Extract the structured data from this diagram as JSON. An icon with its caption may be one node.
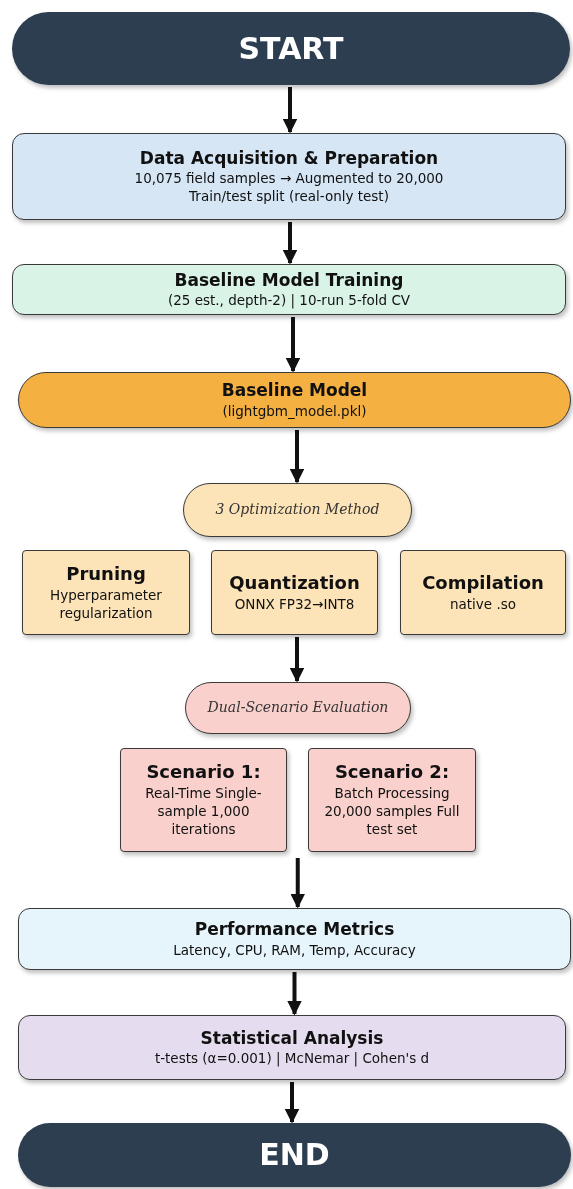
{
  "diagram": {
    "nodes": [
      {
        "text": [
          "START"
        ]
      },
      {
        "text": [
          "Data Acquisition & Preparation",
          "10,075 field samples → Augmented to 20,000 Train/test split (real-only test)"
        ]
      },
      {
        "text": [
          "Baseline Model Training",
          "(25 est., depth-2) | 10-run 5-fold CV"
        ]
      },
      {
        "text": [
          "Baseline Model",
          "(lightgbm_model.pkl)"
        ]
      },
      {
        "text": [
          "3 Optimization Method"
        ]
      },
      {
        "text": [
          "Pruning",
          "Hyperparameter regularization"
        ]
      },
      {
        "text": [
          "Quantization",
          "ONNX FP32→INT8"
        ]
      },
      {
        "text": [
          "Compilation",
          "native .so"
        ]
      },
      {
        "text": [
          "Dual-Scenario Evaluation"
        ]
      },
      {
        "text": [
          "Scenario 1:",
          "Real-Time Single-sample 1,000 iterations"
        ]
      },
      {
        "text": [
          "Scenario 2:",
          "Batch Processing 20,000 samples Full test set"
        ]
      },
      {
        "text": [
          "Performance Metrics",
          "Latency, CPU, RAM, Temp, Accuracy"
        ]
      },
      {
        "text": [
          "Statistical Analysis",
          "t-tests (α=0.001) | McNemar | Cohen's d"
        ]
      },
      {
        "text": [
          "END"
        ]
      }
    ],
    "edges": [
      {
        "from": 0,
        "to": 1,
        "arrow": "to"
      },
      {
        "from": 1,
        "to": 2,
        "arrow": "to"
      },
      {
        "from": 2,
        "to": 3,
        "arrow": "to"
      },
      {
        "from": 3,
        "to": 4,
        "arrow": "to"
      },
      {
        "from": 6,
        "to": 8,
        "arrow": "to"
      },
      {
        "from": 9,
        "to": 11,
        "arrow": "to"
      },
      {
        "from": 10,
        "to": 11,
        "arrow": "to"
      },
      {
        "from": 11,
        "to": 12,
        "arrow": "to"
      },
      {
        "from": 12,
        "to": 13,
        "arrow": "to"
      }
    ]
  }
}
